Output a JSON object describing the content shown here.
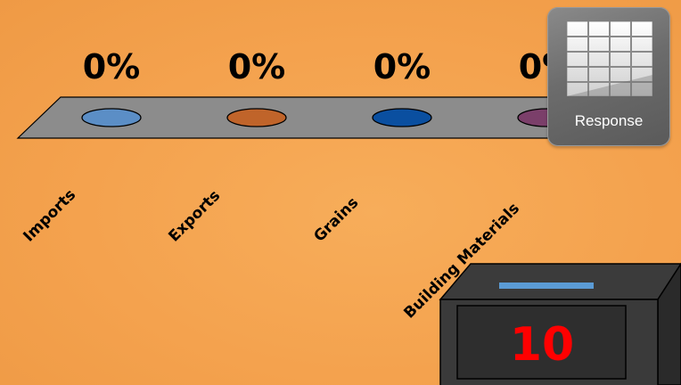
{
  "chart_data": {
    "type": "bar",
    "categories": [
      "Imports",
      "Exports",
      "Grains",
      "Building Materials"
    ],
    "values": [
      0,
      0,
      0,
      0
    ],
    "value_labels": [
      "0%",
      "0%",
      "0%",
      "0%"
    ],
    "colors": [
      "#5b8ec6",
      "#c0642a",
      "#0a4fa0",
      "#7b3f6a"
    ]
  },
  "response_button": {
    "label": "Response",
    "icon": "grid-icon"
  },
  "timer": {
    "value": "10",
    "digit_color": "#ff0000",
    "indicator_color": "#5b9bd5"
  },
  "colors": {
    "background": "#f4a24e",
    "platform": "#8c8c8c"
  }
}
